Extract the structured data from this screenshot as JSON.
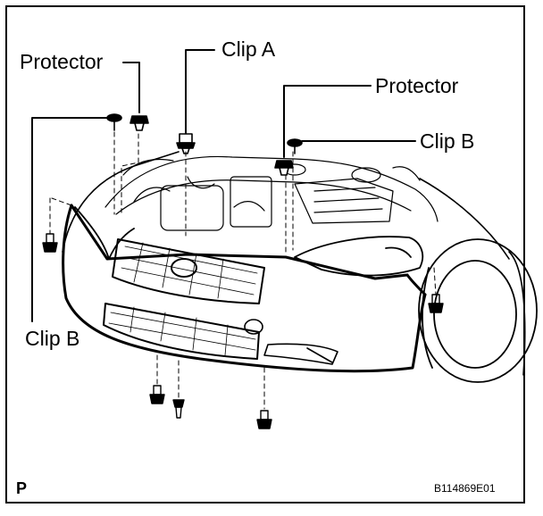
{
  "labels": {
    "protector_left": "Protector",
    "clip_a": "Clip A",
    "protector_right": "Protector",
    "clip_b_right": "Clip B",
    "clip_b_left": "Clip B"
  },
  "corner_code": "P",
  "figure_id": "B114869E01"
}
